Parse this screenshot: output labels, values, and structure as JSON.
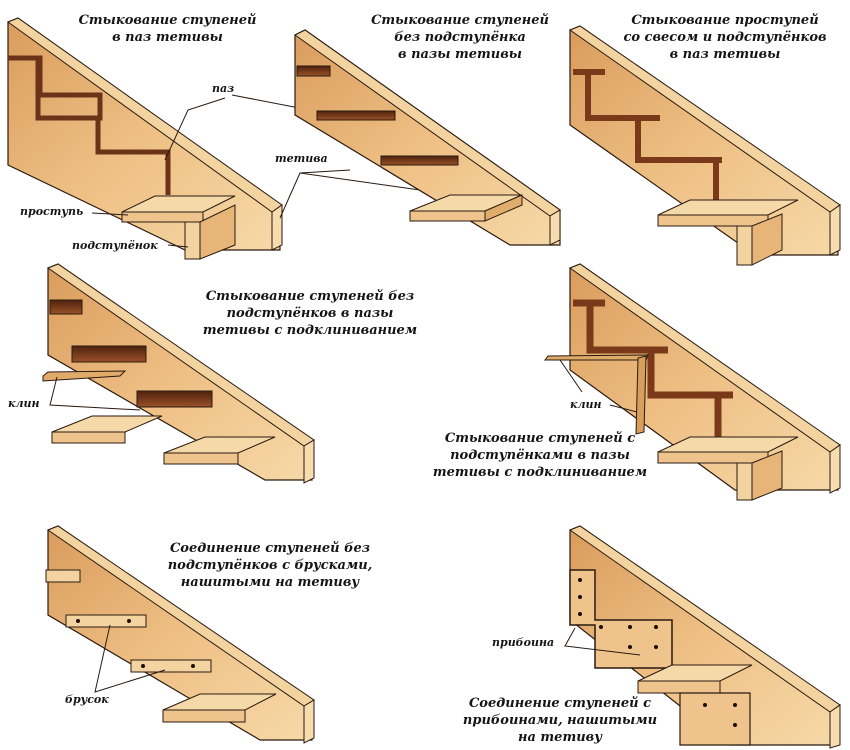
{
  "colors": {
    "background": "#ffffff",
    "wood_light": "#f3d4a0",
    "wood_mid": "#e8b878",
    "wood_dark": "#d69a58",
    "groove": "#6b3318",
    "groove_mid": "#9a5228",
    "outline": "#2a1a10",
    "text": "#151515"
  },
  "panels": [
    {
      "id": "groove-with-riser",
      "caption": [
        "Стыкование ступеней",
        "в паз тетивы"
      ],
      "labels": [
        "паз",
        "тетива",
        "проступь",
        "подступёнок"
      ]
    },
    {
      "id": "groove-no-riser",
      "caption": [
        "Стыкование ступеней",
        "без подступёнка",
        "в пазы тетивы"
      ],
      "labels": []
    },
    {
      "id": "overhang-tread-riser",
      "caption": [
        "Стыкование проступей",
        "со свесом и подступёнков",
        "в паз тетивы"
      ],
      "labels": []
    },
    {
      "id": "wedged-no-riser",
      "caption": [
        "Стыкование ступеней без",
        "подступёнков в пазы",
        "тетивы с подклиниванием"
      ],
      "labels": [
        "клин"
      ]
    },
    {
      "id": "wedged-with-riser",
      "caption": [
        "Стыкование ступеней с",
        "подступёнками в пазы",
        "тетивы с подклиниванием"
      ],
      "labels": [
        "клин"
      ]
    },
    {
      "id": "battens",
      "caption": [
        "Соединение ступеней без",
        "подступёнков с брусками,",
        "нашитыми на тетиву"
      ],
      "labels": [
        "брусок"
      ]
    },
    {
      "id": "cleats",
      "caption": [
        "Соединение ступеней с",
        "прибоинами, нашитыми",
        "на тетиву"
      ],
      "labels": [
        "прибоина"
      ]
    }
  ]
}
